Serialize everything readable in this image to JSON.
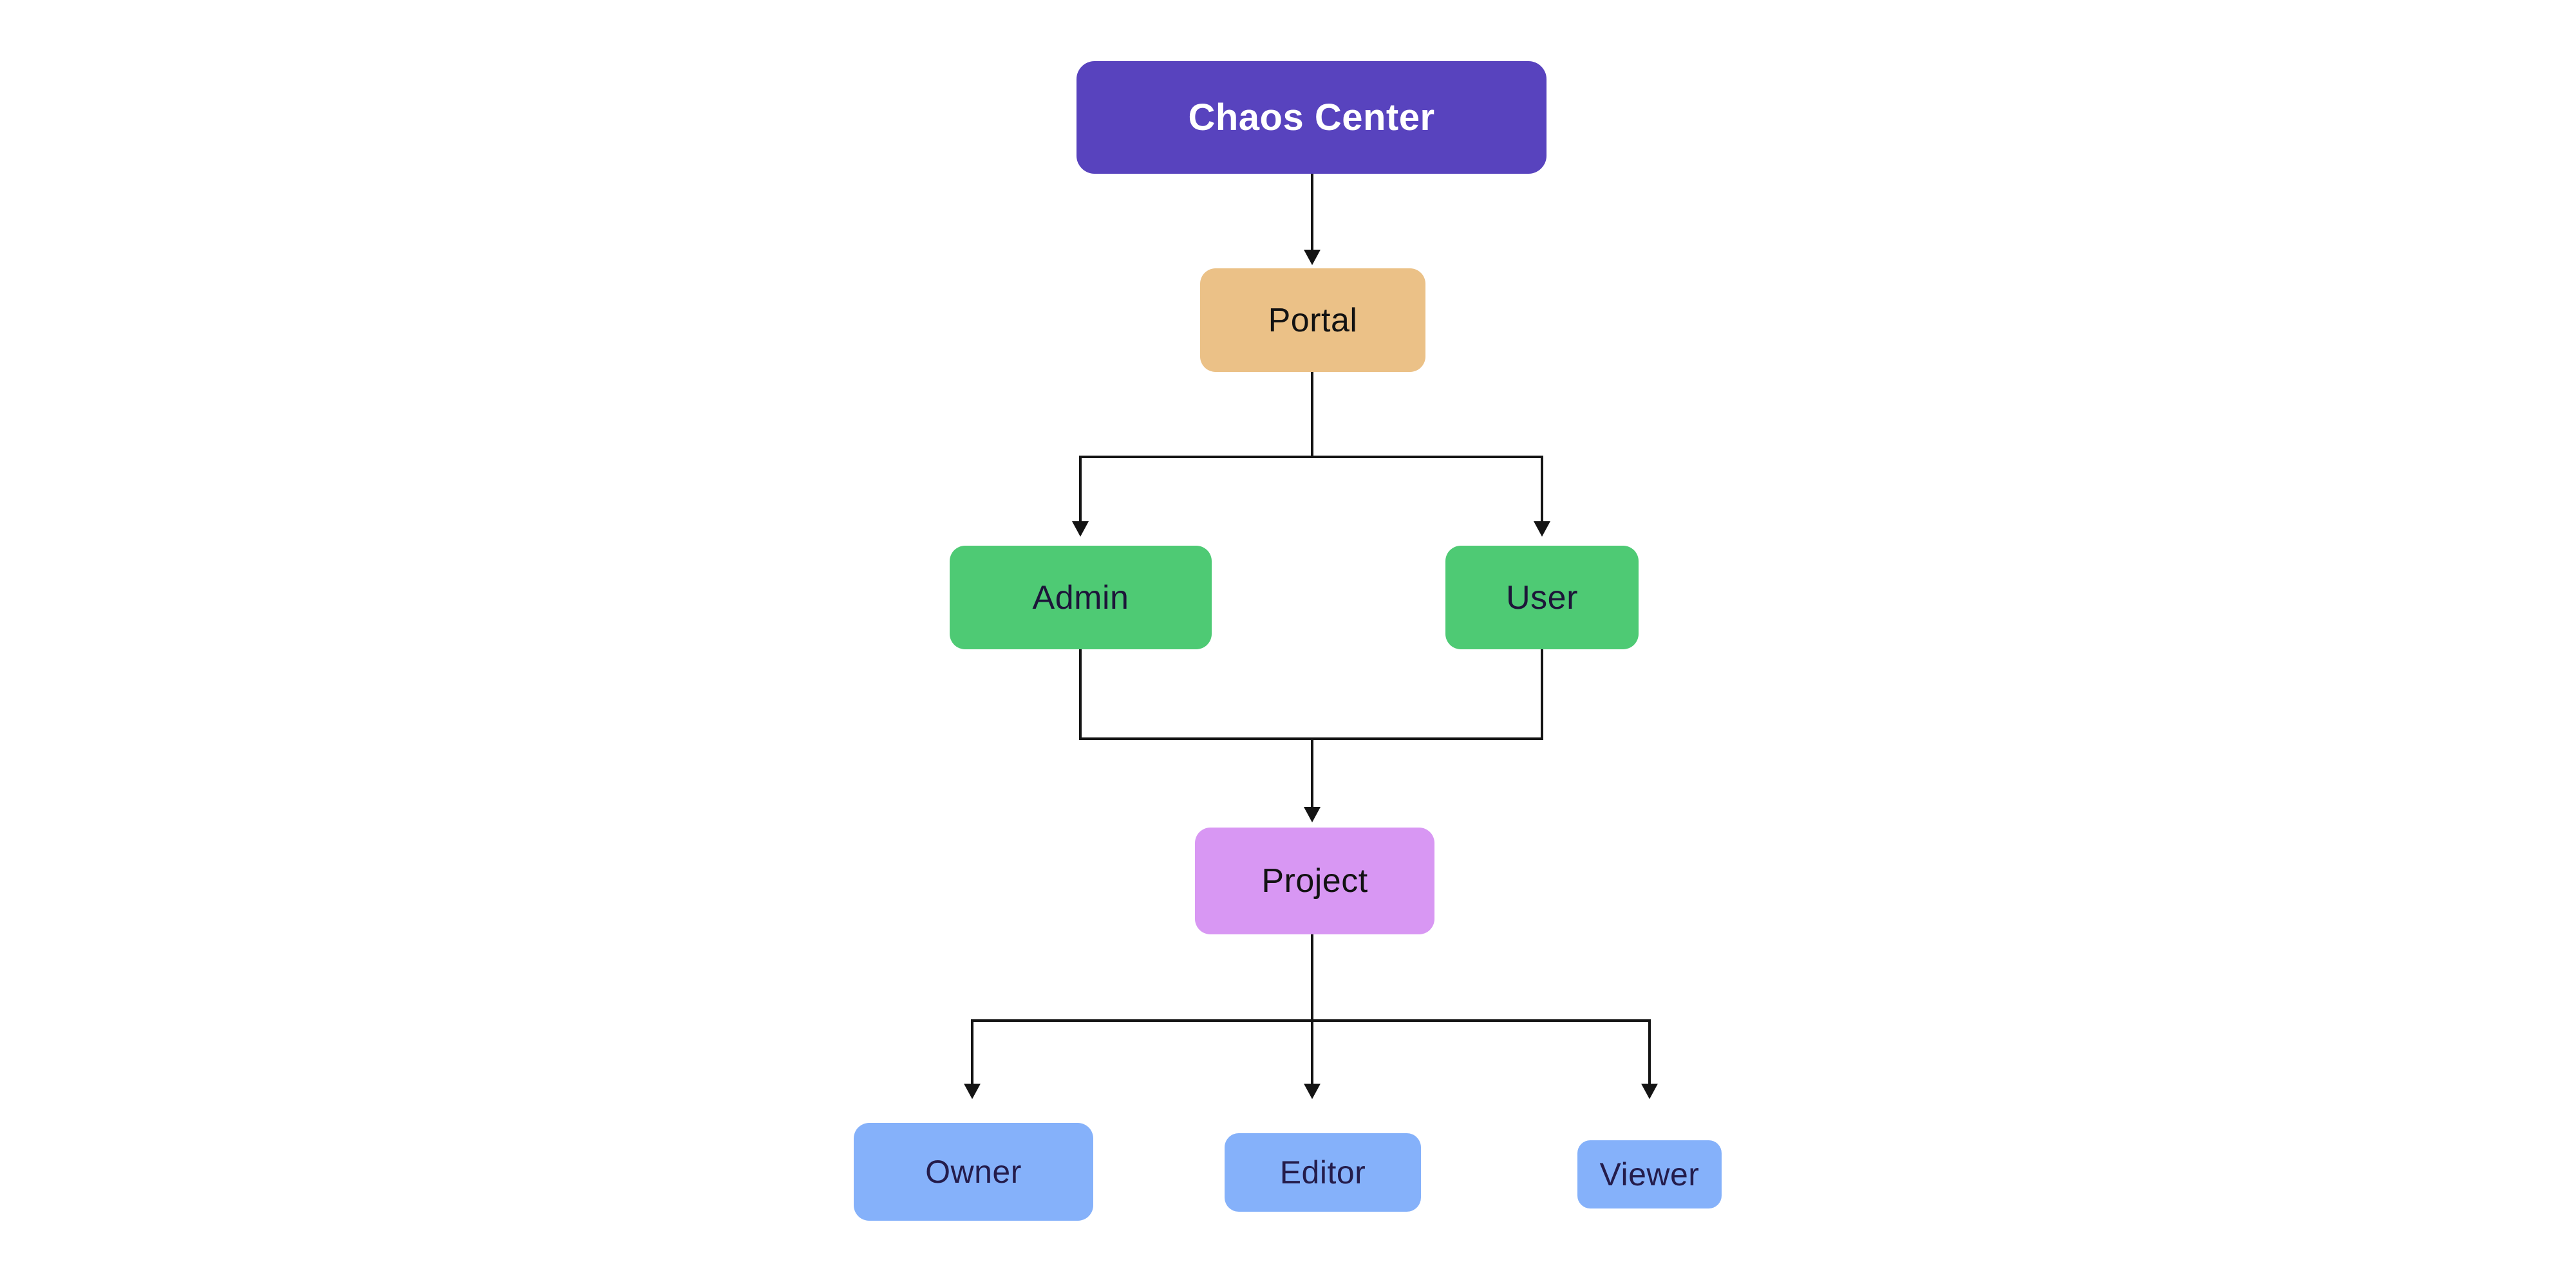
{
  "page": {
    "background": "#FFFFFF"
  },
  "diagram": {
    "type": "flowchart",
    "direction": "top-down",
    "edge_color": "#141414",
    "edges": [
      {
        "from": "Chaos Center",
        "to": "Portal"
      },
      {
        "from": "Portal",
        "to": "Admin"
      },
      {
        "from": "Portal",
        "to": "User"
      },
      {
        "from": "Admin",
        "to": "Project"
      },
      {
        "from": "User",
        "to": "Project"
      },
      {
        "from": "Project",
        "to": "Owner"
      },
      {
        "from": "Project",
        "to": "Editor"
      },
      {
        "from": "Project",
        "to": "Viewer"
      }
    ]
  },
  "nodes": {
    "chaos_center": {
      "label": "Chaos Center",
      "fill": "#5843BE",
      "text": "#FFFFFF"
    },
    "portal": {
      "label": "Portal",
      "fill": "#EBC187",
      "text": "#121212"
    },
    "admin": {
      "label": "Admin",
      "fill": "#4ECA74",
      "text": "#1D1539"
    },
    "user": {
      "label": "User",
      "fill": "#4ECA74",
      "text": "#1D1539"
    },
    "project": {
      "label": "Project",
      "fill": "#D897F3",
      "text": "#121212"
    },
    "owner": {
      "label": "Owner",
      "fill": "#85B1FA",
      "text": "#241C4B"
    },
    "editor": {
      "label": "Editor",
      "fill": "#85B1FA",
      "text": "#241C4B"
    },
    "viewer": {
      "label": "Viewer",
      "fill": "#85B1FA",
      "text": "#241C4B"
    }
  }
}
